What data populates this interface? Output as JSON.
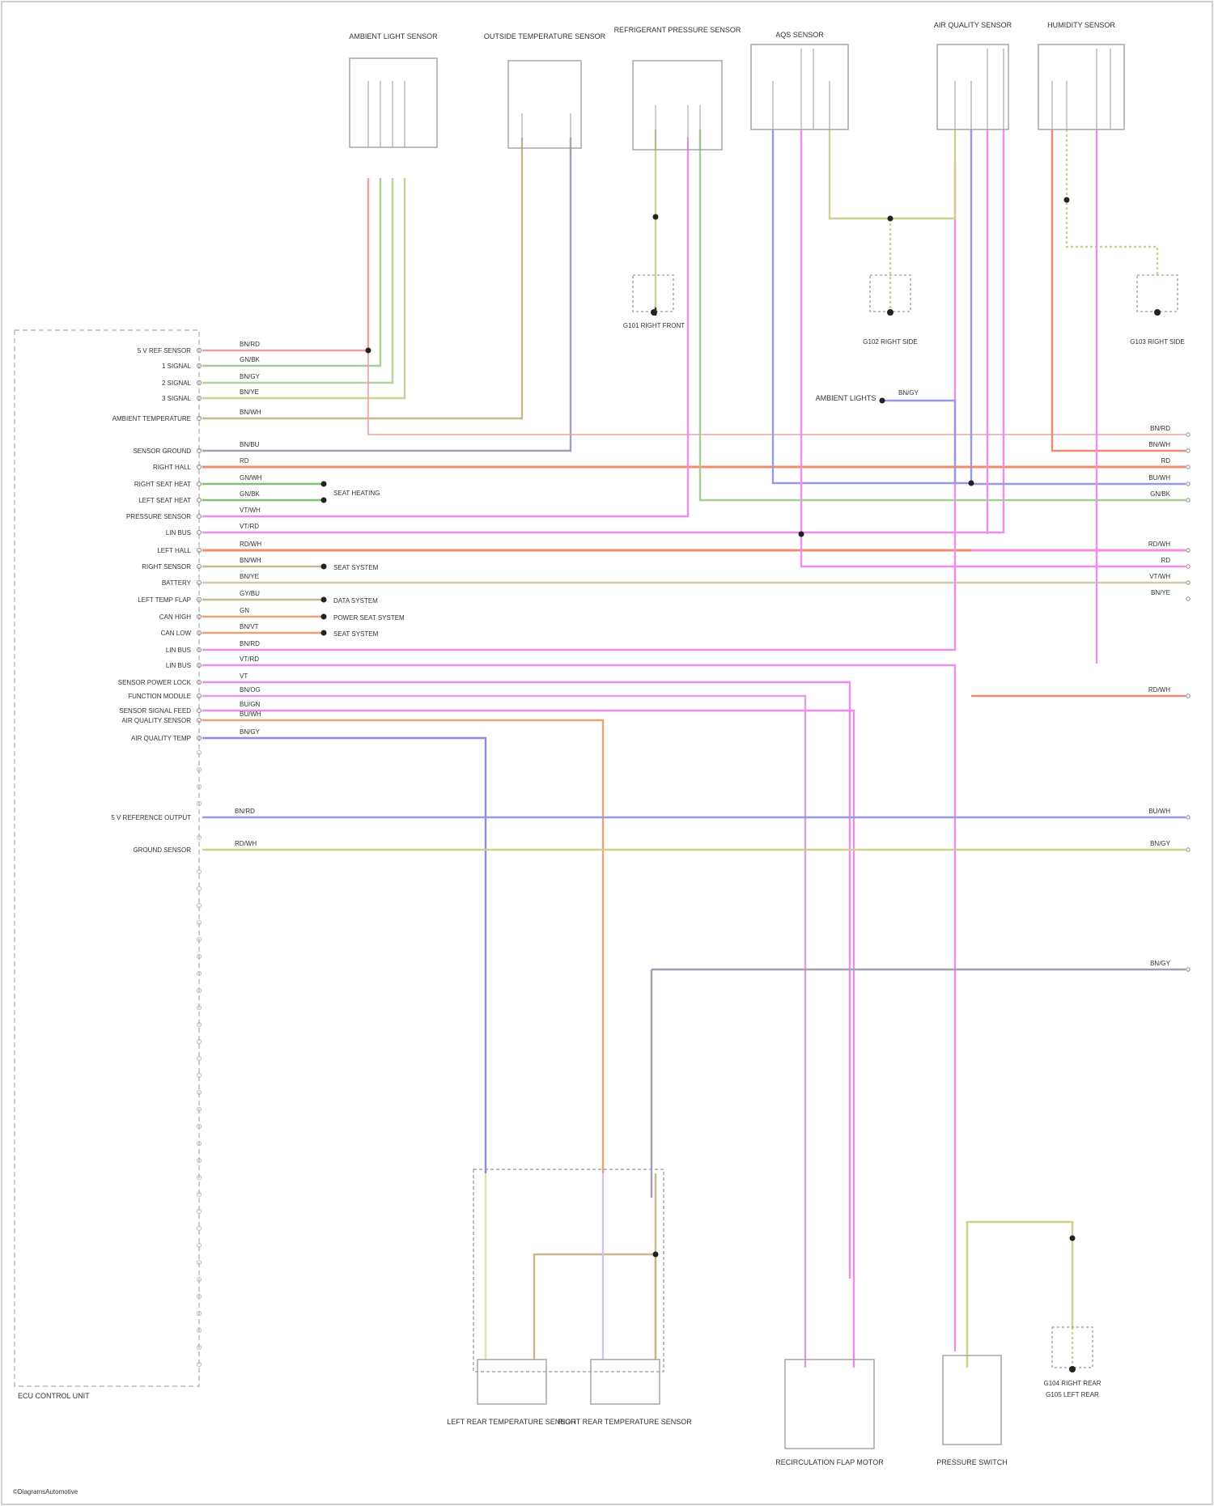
{
  "ecu": {
    "label": "ECU CONTROL UNIT",
    "pins_top": [
      {
        "label": "5 V REF SENSOR"
      },
      {
        "label": "1 SIGNAL"
      },
      {
        "label": "2 SIGNAL"
      },
      {
        "label": "3 SIGNAL"
      },
      {
        "label": "AMBIENT TEMPERATURE"
      },
      {
        "label": "SENSOR GROUND"
      },
      {
        "label": "RIGHT HALL"
      },
      {
        "label": "RIGHT SEAT HEAT"
      },
      {
        "label": "LEFT SEAT HEAT"
      },
      {
        "label": "PRESSURE SENSOR"
      },
      {
        "label": "LIN BUS"
      },
      {
        "label": "LEFT HALL"
      },
      {
        "label": "RIGHT SENSOR"
      },
      {
        "label": "BATTERY"
      },
      {
        "label": "LEFT TEMP FLAP"
      },
      {
        "label": "CAN HIGH"
      },
      {
        "label": "CAN LOW"
      },
      {
        "label": "LIN BUS"
      },
      {
        "label": "LIN BUS"
      },
      {
        "label": "SENSOR POWER LOCK"
      },
      {
        "label": "FUNCTION MODULE"
      },
      {
        "label": "SENSOR SIGNAL FEED"
      },
      {
        "label": "AIR QUALITY SENSOR"
      },
      {
        "label": "AIR QUALITY TEMP"
      }
    ],
    "pins_lower": [
      {
        "label": "5 V REFERENCE OUTPUT"
      },
      {
        "label": "GROUND SENSOR"
      }
    ]
  },
  "components": {
    "sun_sensor": "AMBIENT LIGHT SENSOR",
    "outside_temp": "OUTSIDE TEMPERATURE SENSOR",
    "pressure_sensor": "REFRIGERANT PRESSURE SENSOR",
    "aqs": "AQS SENSOR",
    "air_quality": "AIR QUALITY SENSOR",
    "humidity": "HUMIDITY SENSOR",
    "left_rear_temp": "LEFT REAR TEMPERATURE SENSOR",
    "right_rear_temp": "RIGHT REAR TEMPERATURE SENSOR",
    "recirc_flap": "RECIRCULATION FLAP MOTOR",
    "pressure_bottom": "PRESSURE SWITCH",
    "ambient_lights": "AMBIENT LIGHTS"
  },
  "grounds": {
    "g1": "G101 RIGHT FRONT",
    "g2": "G102 RIGHT SIDE",
    "g3": "G103 RIGHT SIDE",
    "g4": "G104 RIGHT REAR",
    "g5": "G105 LEFT REAR"
  },
  "refs": {
    "r1": "SEAT HEATING",
    "r2": "SEAT SYSTEM",
    "r3": "DATA SYSTEM",
    "r4": "POWER SEAT SYSTEM",
    "r5": "SEAT SYSTEM"
  },
  "wire_codes": {
    "w1": "BN/RD",
    "w2": "GN/BK",
    "w3": "BN/GY",
    "w4": "BN/YE",
    "w5": "BN/WH",
    "w6": "BN/BU",
    "w7": "RD",
    "w8": "GN/WH",
    "w9": "GN/BK",
    "w10": "VT/WH",
    "w11": "VT/RD",
    "w12": "RD/WH",
    "w13": "BN/WH",
    "w14": "BN/YE",
    "w15": "GY/BU",
    "w16": "GN",
    "w17": "BN/VT",
    "w18": "BN/RD",
    "w19": "VT/RD",
    "w20": "VT",
    "w21": "BN/OG",
    "w22": "BU/GN",
    "w23": "BU/WH",
    "w24": "BN/GY",
    "w25": "BN/RD",
    "w26": "RD/WH",
    "w27": "BU/WH",
    "w28": "BN/GY"
  },
  "right_labels": {
    "r_a": "BN/RD",
    "r_b": "BN/WH",
    "r_c": "RD",
    "r_d": "BU/WH",
    "r_e": "GN/BK",
    "r_f": "RD/WH",
    "r_g": "RD",
    "r_h": "VT/WH",
    "r_i": "BN/YE",
    "r_j": "RD/WH",
    "r_k": "BU/WH",
    "r_l": "BN/GY",
    "r_m": "BN/GY"
  },
  "ambient_code": "BN/GY",
  "footer": "©DiagramsAutomotive",
  "colors": {
    "red": "#f08c8c",
    "pink": "#f0a0a0",
    "magenta": "#f08cf0",
    "green": "#a8cc98",
    "olive": "#cfcf90",
    "tan": "#d8c8a0",
    "brown": "#d4a488",
    "blue": "#9898e8",
    "gray": "#a0a0b0",
    "orange": "#f0a070"
  }
}
